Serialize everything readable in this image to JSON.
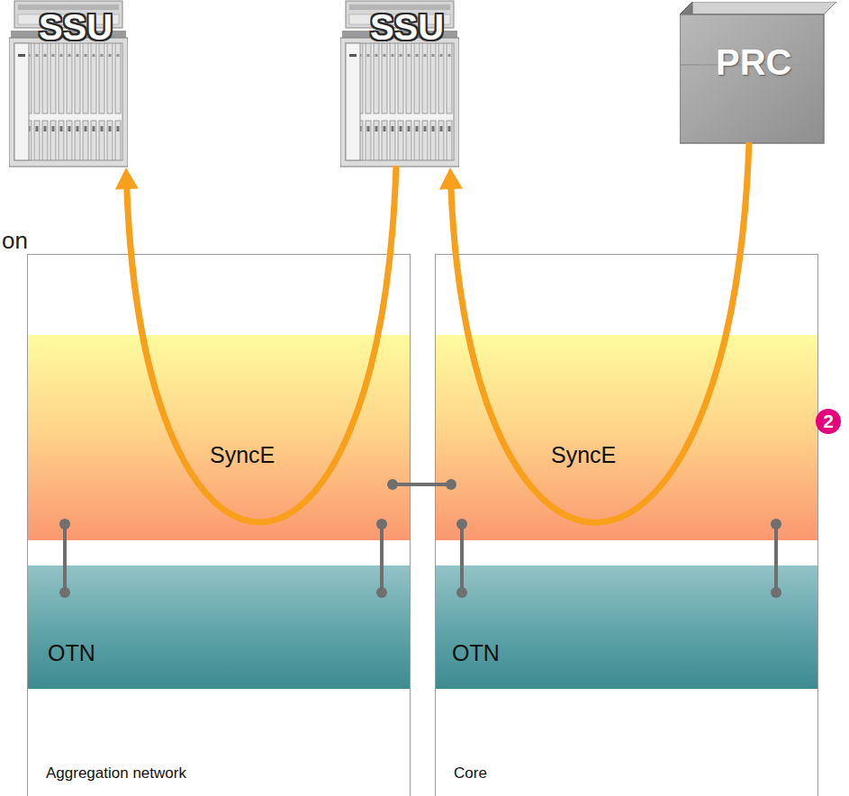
{
  "diagram": {
    "nodes": [
      {
        "text": [
          "SSU"
        ]
      },
      {
        "text": [
          "SSU"
        ]
      },
      {
        "text": [
          "PRC"
        ]
      },
      {
        "text": [
          "Aggregation network"
        ]
      },
      {
        "text": [
          "SyncE"
        ],
        "in": 3
      },
      {
        "text": [
          "OTN"
        ],
        "in": 3
      },
      {
        "text": [
          "Core"
        ]
      },
      {
        "text": [
          "SyncE"
        ],
        "in": 6
      },
      {
        "text": [
          "OTN"
        ],
        "in": 6
      }
    ],
    "edges": [
      {
        "from": 2,
        "to": 1,
        "arrow": "to"
      },
      {
        "from": 1,
        "to": 0,
        "arrow": "to"
      },
      {
        "from": 4,
        "to": 5,
        "arrow": "none"
      },
      {
        "from": 4,
        "to": 5,
        "arrow": "none"
      },
      {
        "from": 7,
        "to": 8,
        "arrow": "none"
      },
      {
        "from": 7,
        "to": 8,
        "arrow": "none"
      },
      {
        "from": 4,
        "to": 7,
        "arrow": "none"
      }
    ],
    "labels": [
      "on",
      "2"
    ]
  }
}
